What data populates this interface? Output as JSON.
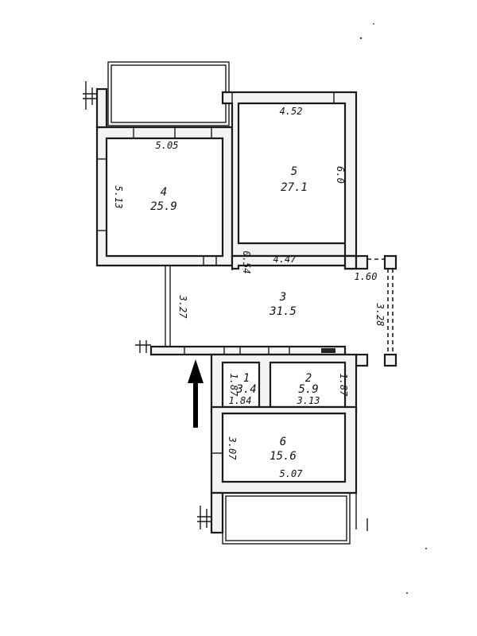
{
  "rooms": [
    {
      "id": "4",
      "number": "4",
      "area": "25.9"
    },
    {
      "id": "5",
      "number": "5",
      "area": "27.1"
    },
    {
      "id": "3",
      "number": "3",
      "area": "31.5"
    },
    {
      "id": "1",
      "number": "1",
      "area": "3.4"
    },
    {
      "id": "2",
      "number": "2",
      "area": "5.9"
    },
    {
      "id": "6",
      "number": "6",
      "area": "15.6"
    }
  ],
  "dimensions": {
    "room4_width": "5.05",
    "room4_depth": "5.13",
    "room5_width": "4.52",
    "room5_depth": "6.0",
    "room3_top": "4.47",
    "room3_offset": "0.54",
    "room3_left": "3.27",
    "room3_ext_width": "1.60",
    "room3_ext_depth": "3.28",
    "room1_depth": "1.87",
    "room1_width": "1.84",
    "room2_width": "3.13",
    "room2_depth": "1.87",
    "room6_depth": "3.07",
    "room6_width": "5.07"
  },
  "colors": {
    "line": "#1a1a1a",
    "wall_fill": "#f4f4f4",
    "arrow": "#000000"
  }
}
